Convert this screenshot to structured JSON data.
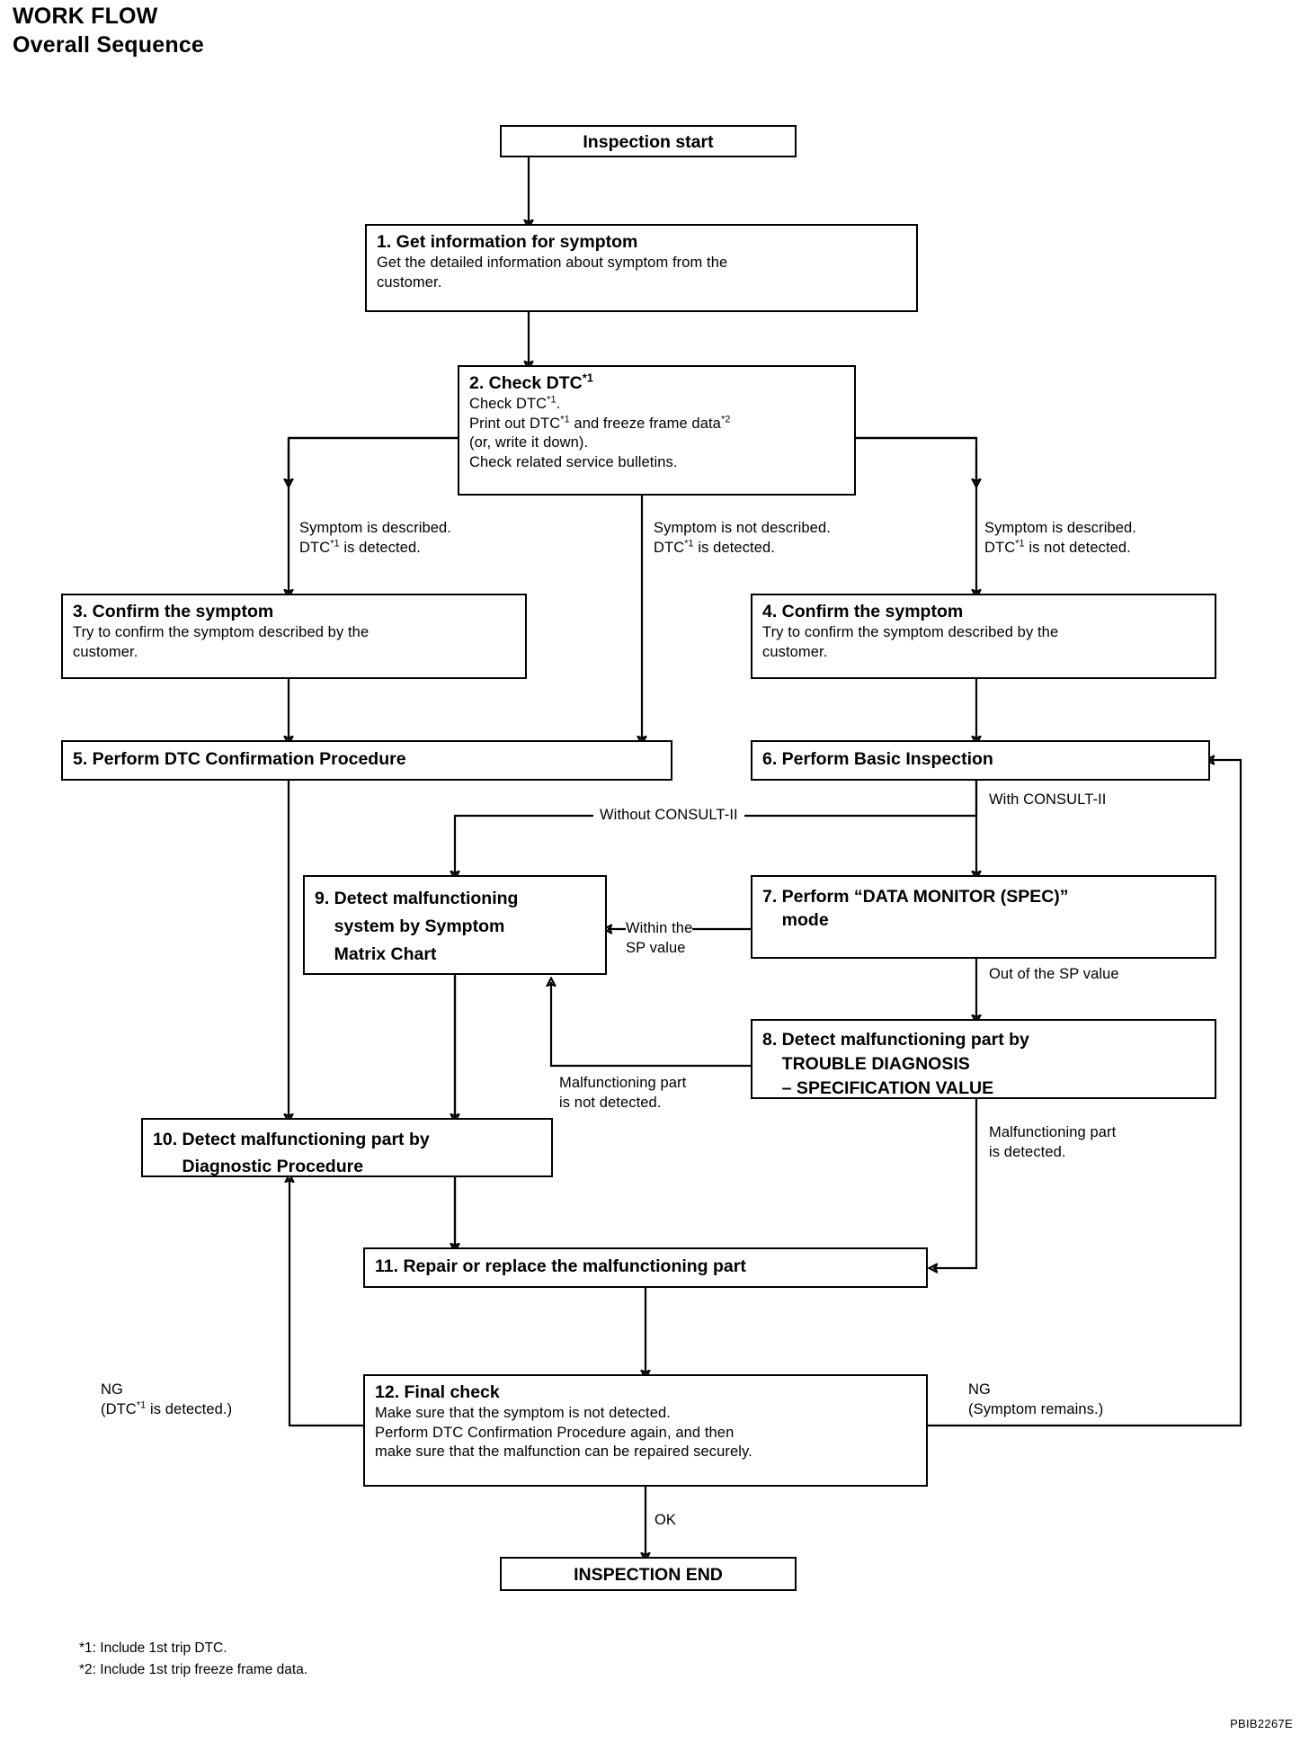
{
  "header": {
    "line1": "WORK FLOW",
    "line2": "Overall Sequence"
  },
  "nodes": {
    "start": {
      "title": "Inspection start"
    },
    "n1": {
      "title": "1. Get information for symptom",
      "body": "Get the detailed information about symptom from the\ncustomer."
    },
    "n2": {
      "title": "2. Check DTC*1",
      "body": "Check DTC*1.\nPrint out DTC*1 and freeze frame data*2\n(or, write it down).\nCheck related service bulletins."
    },
    "n3": {
      "title": "3. Confirm the symptom",
      "body": "Try to confirm the symptom described by the\ncustomer."
    },
    "n4": {
      "title": "4. Confirm the symptom",
      "body": "Try to confirm the symptom described by the\ncustomer."
    },
    "n5": {
      "title": "5. Perform DTC Confirmation Procedure"
    },
    "n6": {
      "title": "6. Perform Basic Inspection"
    },
    "n7": {
      "title": "7. Perform “DATA MONITOR (SPEC)”\n    mode"
    },
    "n8": {
      "title": "8. Detect malfunctioning part by\n    TROUBLE DIAGNOSIS\n    – SPECIFICATION VALUE"
    },
    "n9": {
      "title": "9. Detect malfunctioning\n    system by Symptom\n    Matrix Chart"
    },
    "n10": {
      "title": "10. Detect malfunctioning part by\n      Diagnostic Procedure"
    },
    "n11": {
      "title": "11. Repair or replace the malfunctioning part"
    },
    "n12": {
      "title": "12. Final check",
      "body": "Make sure that the symptom is not detected.\nPerform DTC Confirmation Procedure again, and then\nmake sure that the malfunction can be repaired securely."
    },
    "end": {
      "title": "INSPECTION END"
    }
  },
  "edge_labels": {
    "branch_left": "Symptom is described.\nDTC*1 is detected.",
    "branch_mid": "Symptom is not described.\nDTC*1 is detected.",
    "branch_right": "Symptom is described.\nDTC*1 is not detected.",
    "with_consult": "With CONSULT-II",
    "without_consult": "Without CONSULT-II",
    "within_sp": "Within the\nSP value",
    "out_of_sp": "Out of the SP value",
    "part_not_detected": "Malfunctioning part\nis not detected.",
    "part_detected": "Malfunctioning part\nis detected.",
    "ng_left": "NG\n(DTC*1 is detected.)",
    "ng_right": "NG\n(Symptom remains.)",
    "ok": "OK"
  },
  "footnotes": {
    "f1": "*1: Include 1st trip DTC.",
    "f2": "*2: Include 1st trip freeze frame data."
  },
  "figure_code": "PBIB2267E",
  "colors": {
    "ink": "#000000",
    "paper": "#ffffff"
  }
}
